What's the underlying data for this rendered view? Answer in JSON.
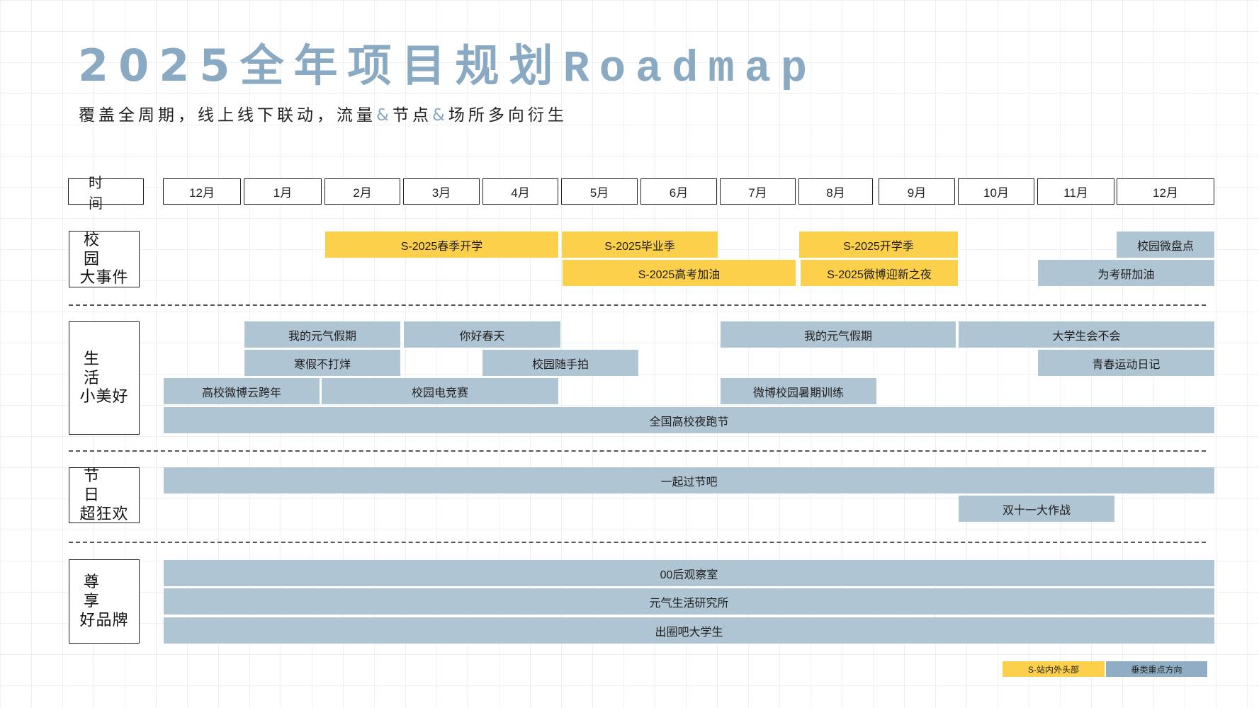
{
  "title_main": "2025全年项目规划",
  "title_latin": "Roadmap",
  "subtitle": {
    "part1": "覆盖全周期，线上线下联动，流量",
    "amp1": "&",
    "part2": "节点",
    "amp2": "&",
    "part3": "场所多向衍生"
  },
  "time_label": "时间",
  "months": [
    "12月",
    "1月",
    "2月",
    "3月",
    "4月",
    "5月",
    "6月",
    "7月",
    "8月",
    "9月",
    "10月",
    "11月",
    "12月"
  ],
  "rows": [
    {
      "line1": "校园",
      "line2": "大事件"
    },
    {
      "line1": "生活",
      "line2": "小美好"
    },
    {
      "line1": "节日",
      "line2": "超狂欢"
    },
    {
      "line1": "尊享",
      "line2": "好品牌"
    }
  ],
  "bars": [
    {
      "label": "S-2025春季开学",
      "color": "yellow"
    },
    {
      "label": "S-2025毕业季",
      "color": "yellow"
    },
    {
      "label": "S-2025开学季",
      "color": "yellow"
    },
    {
      "label": "校园微盘点",
      "color": "blue"
    },
    {
      "label": "S-2025高考加油",
      "color": "yellow"
    },
    {
      "label": "S-2025微博迎新之夜",
      "color": "yellow"
    },
    {
      "label": "为考研加油",
      "color": "blue"
    },
    {
      "label": "我的元气假期",
      "color": "blue"
    },
    {
      "label": "你好春天",
      "color": "blue"
    },
    {
      "label": "我的元气假期",
      "color": "blue"
    },
    {
      "label": "大学生会不会",
      "color": "blue"
    },
    {
      "label": "寒假不打烊",
      "color": "blue"
    },
    {
      "label": "校园随手拍",
      "color": "blue"
    },
    {
      "label": "青春运动日记",
      "color": "blue"
    },
    {
      "label": "高校微博云跨年",
      "color": "blue"
    },
    {
      "label": "校园电竞赛",
      "color": "blue"
    },
    {
      "label": "微博校园暑期训练",
      "color": "blue"
    },
    {
      "label": "全国高校夜跑节",
      "color": "blue"
    },
    {
      "label": "一起过节吧",
      "color": "blue"
    },
    {
      "label": "双十一大作战",
      "color": "blue"
    },
    {
      "label": "00后观察室",
      "color": "blue"
    },
    {
      "label": "元气生活研究所",
      "color": "blue"
    },
    {
      "label": "出圈吧大学生",
      "color": "blue"
    }
  ],
  "legend": [
    {
      "label": "S-站内外头部",
      "color": "#fdd04b"
    },
    {
      "label": "垂类重点方向",
      "color": "#8faec4"
    }
  ],
  "colors": {
    "title": "#8aa9c2",
    "yellow": "#fdd04b",
    "blue": "#b0c5d4"
  }
}
